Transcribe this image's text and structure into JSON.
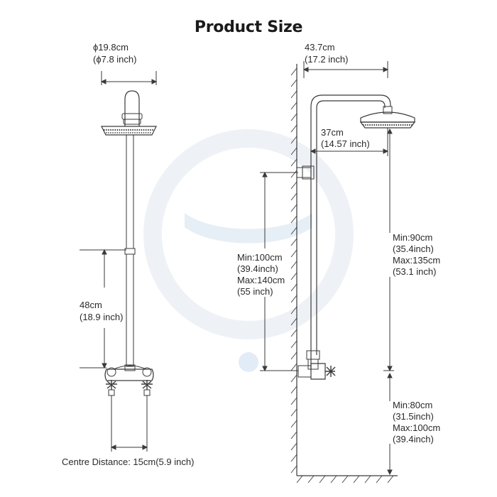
{
  "title": "Product Size",
  "left_view": {
    "head_diameter_cm": "ϕ19.8cm",
    "head_diameter_in": "(ϕ7.8 inch)",
    "height_cm": "48cm",
    "height_in": "(18.9 inch)",
    "centre_distance": "Centre Distance: 15cm(5.9 inch)"
  },
  "right_view": {
    "arm_length_cm": "43.7cm",
    "arm_length_in": "(17.2 inch)",
    "reach_cm": "37cm",
    "reach_in": "(14.57 inch)",
    "riser": [
      "Min:100cm",
      "(39.4inch)",
      "Max:140cm",
      "(55 inch)"
    ],
    "head_height": [
      "Min:90cm",
      "(35.4inch)",
      "Max:135cm",
      "(53.1 inch)"
    ],
    "valve_height": [
      "Min:80cm",
      "(31.5inch)",
      "Max:100cm",
      "(39.4inch)"
    ]
  },
  "colors": {
    "line": "#3a3a3a",
    "watermark": "#eef2f6",
    "accent": "#dfeaf5"
  }
}
